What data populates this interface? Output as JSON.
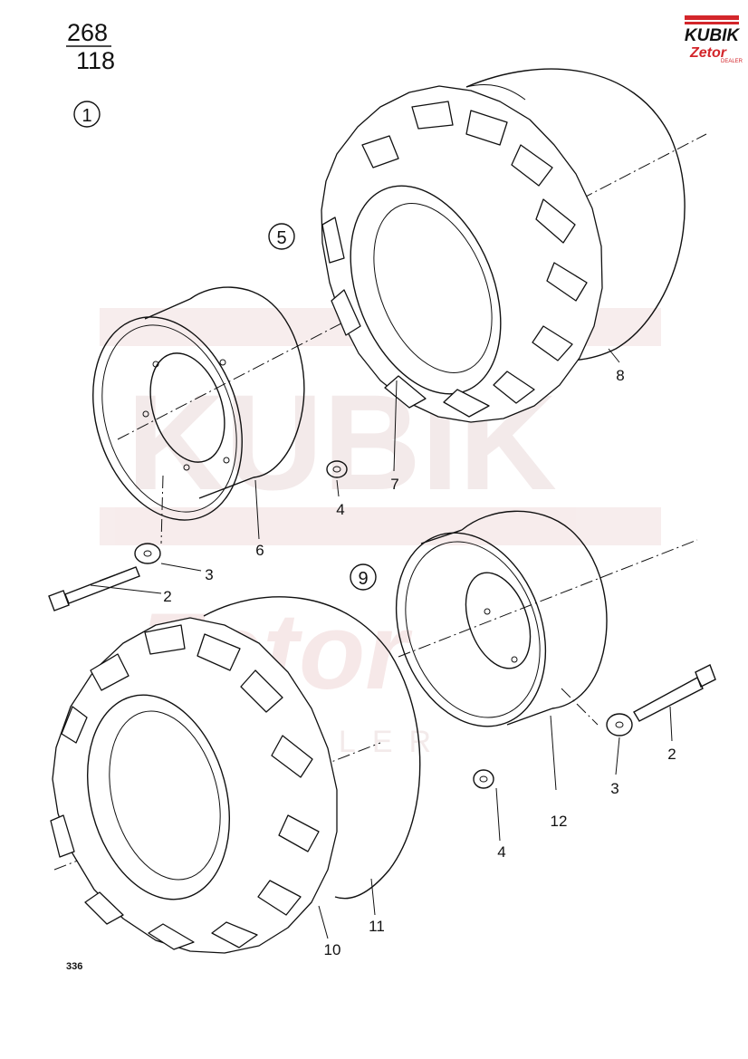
{
  "header": {
    "page_top": "268",
    "page_bottom": "118",
    "group_number": "1"
  },
  "logo": {
    "name": "KUBIK",
    "sub": "Zetor",
    "tag": "DEALER",
    "colors": {
      "red": "#d3262b",
      "black": "#111111"
    }
  },
  "watermark": {
    "text": "KUBIK",
    "sub": "Zetor",
    "tag": "DEALER",
    "color": "#e9c8c8"
  },
  "circled_refs": {
    "front_group": "5",
    "rear_group": "9"
  },
  "callouts": {
    "bolt_a": "2",
    "washer_a": "3",
    "nut_a": "4",
    "rim_a": "6",
    "tire_a": "7",
    "tube_a": "8",
    "bolt_b": "2",
    "washer_b": "3",
    "nut_b": "4",
    "tire_b": "10",
    "tube_b": "11",
    "rim_b": "12"
  },
  "footer": {
    "page_code": "336"
  }
}
